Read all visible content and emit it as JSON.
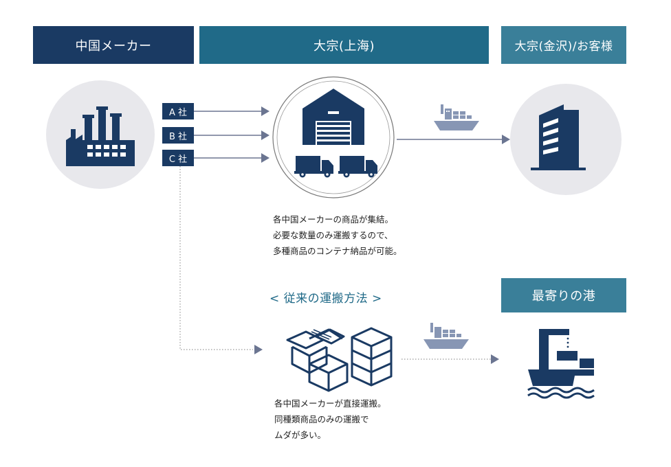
{
  "headers": {
    "maker": "中国メーカー",
    "shanghai": "大宗(上海)",
    "kanazawa": "大宗(金沢)/お客様",
    "port": "最寄りの港"
  },
  "companies": [
    "A 社",
    "B 社",
    "C 社"
  ],
  "description_new": [
    "各中国メーカーの商品が集結。",
    "必要な数量のみ運搬するので、",
    "多種商品のコンテナ納品が可能。"
  ],
  "section_old_title": "< 従来の運搬方法 >",
  "description_old": [
    "各中国メーカーが直接運搬。",
    "同種類商品のみの運搬で",
    "ムダが多い。"
  ],
  "colors": {
    "navy": "#1a3a63",
    "teal": "#206a88",
    "light_teal": "#3a7f99",
    "circle_bg": "#e8e8ec",
    "arrow": "#6b7591",
    "ship": "#8796b4"
  },
  "icons": [
    "factory-icon",
    "warehouse-icon",
    "truck-icon",
    "ship-icon",
    "building-icon",
    "boxes-icon",
    "port-ship-icon",
    "crane-icon",
    "arrow-icon"
  ]
}
